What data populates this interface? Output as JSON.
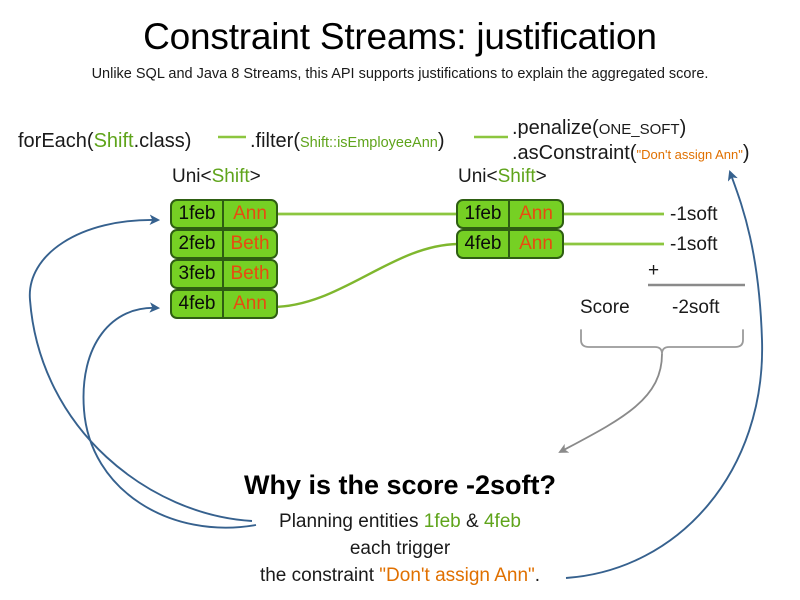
{
  "slide": {
    "title": "Constraint Streams: justification",
    "subtitle": "Unlike SQL and Java 8 Streams, this API supports justifications to explain the aggregated score."
  },
  "colors": {
    "green_accent": "#5fa41b",
    "orange_accent": "#e07000",
    "fact_fill": "#76d024",
    "fact_border": "#2e5e12",
    "name_text": "#e84b10",
    "connector_green": "#8cc63f",
    "arrow_blue": "#36618e",
    "arrow_gray": "#8a8a8a"
  },
  "pipeline": {
    "foreach": {
      "call": "forEach(",
      "type": "Shift",
      "tail": ".class)"
    },
    "filter": {
      "call": ".filter(",
      "arg": "Shift::isEmployeeAnn",
      "tail": ")"
    },
    "penalize": {
      "call": ".penalize(",
      "arg": "ONE_SOFT",
      "tail": ")"
    },
    "as_constraint": {
      "call": ".asConstraint(",
      "arg": "\"Don't assign Ann\"",
      "tail": ")"
    }
  },
  "streams": {
    "left": {
      "label_prefix": "Uni<",
      "label_type": "Shift",
      "label_suffix": ">",
      "rows": [
        {
          "date": "1feb",
          "name": "Ann"
        },
        {
          "date": "2feb",
          "name": "Beth"
        },
        {
          "date": "3feb",
          "name": "Beth"
        },
        {
          "date": "4feb",
          "name": "Ann"
        }
      ]
    },
    "right": {
      "label_prefix": "Uni<",
      "label_type": "Shift",
      "label_suffix": ">",
      "rows": [
        {
          "date": "1feb",
          "name": "Ann",
          "score": "-1soft"
        },
        {
          "date": "4feb",
          "name": "Ann",
          "score": "-1soft"
        }
      ]
    }
  },
  "score": {
    "plus": "+",
    "label": "Score",
    "total": "-2soft"
  },
  "explanation": {
    "heading": "Why is the score -2soft?",
    "line1_prefix": "Planning entities ",
    "line1_entity_a": "1feb",
    "line1_amp": " & ",
    "line1_entity_b": "4feb",
    "line2": "each trigger",
    "line3_prefix": "the constraint ",
    "line3_constraint": "\"Don't assign Ann\"",
    "line3_suffix": "."
  }
}
